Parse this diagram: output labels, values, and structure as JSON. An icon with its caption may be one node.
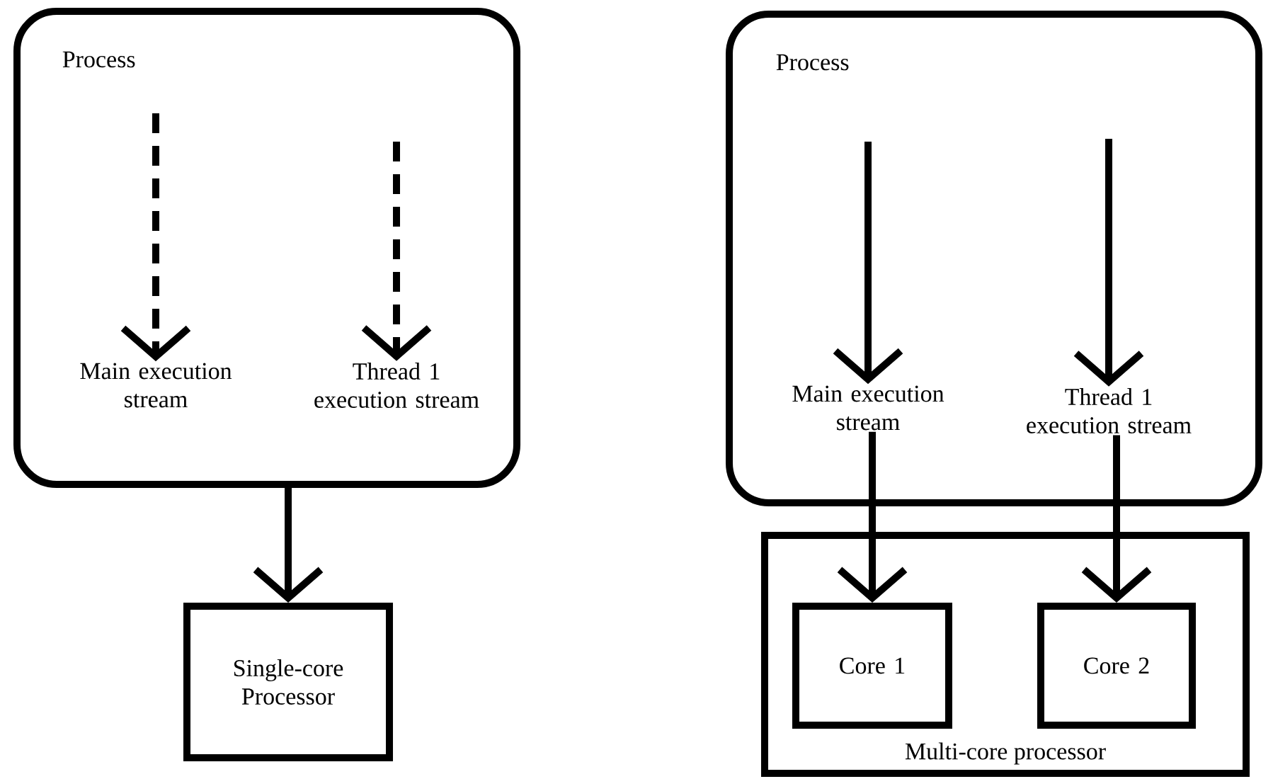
{
  "diagram": {
    "nodes": [
      {
        "text": [
          "Process"
        ]
      },
      {
        "text": [
          "Main execution stream"
        ],
        "in": 0
      },
      {
        "text": [
          "Thread 1 execution stream"
        ],
        "in": 0
      },
      {
        "text": [
          "Single-core Processor"
        ]
      },
      {
        "text": [
          "Process"
        ]
      },
      {
        "text": [
          "Main execution stream"
        ],
        "in": 4
      },
      {
        "text": [
          "Thread 1 execution stream"
        ],
        "in": 4
      },
      {
        "text": [
          "Multi-core processor"
        ]
      },
      {
        "text": [
          "Core 1"
        ],
        "in": 7
      },
      {
        "text": [
          "Core 2"
        ],
        "in": 7
      }
    ],
    "edges": [
      {
        "from": null,
        "to": 1,
        "arrow": "to",
        "style": "dashed"
      },
      {
        "from": null,
        "to": 2,
        "arrow": "to",
        "style": "dashed"
      },
      {
        "from": 0,
        "to": 3,
        "arrow": "to"
      },
      {
        "from": null,
        "to": 5,
        "arrow": "to"
      },
      {
        "from": null,
        "to": 6,
        "arrow": "to"
      },
      {
        "from": 5,
        "to": 8,
        "arrow": "to"
      },
      {
        "from": 6,
        "to": 9,
        "arrow": "to"
      }
    ]
  }
}
